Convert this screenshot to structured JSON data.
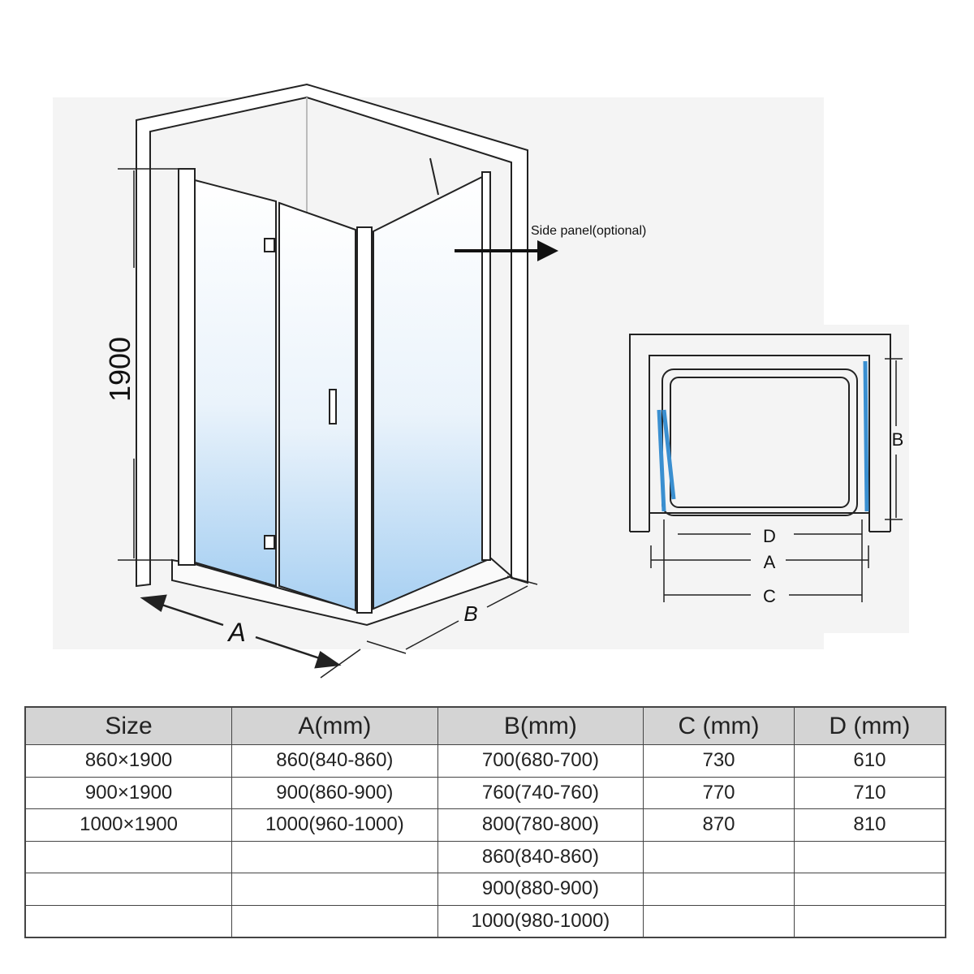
{
  "diagram": {
    "height_label": "1900",
    "width_label_a": "A",
    "depth_label_b": "B",
    "side_panel_label": "Side panel(optional)",
    "plan_labels": {
      "b": "B",
      "d": "D",
      "a": "A",
      "c": "C"
    }
  },
  "table": {
    "headers": [
      "Size",
      "A(mm)",
      "B(mm)",
      "C (mm)",
      "D (mm)"
    ],
    "rows": [
      [
        "860×1900",
        "860(840-860)",
        "700(680-700)",
        "730",
        "610"
      ],
      [
        "900×1900",
        "900(860-900)",
        "760(740-760)",
        "770",
        "710"
      ],
      [
        "1000×1900",
        "1000(960-1000)",
        "800(780-800)",
        "870",
        "810"
      ],
      [
        "",
        "",
        "860(840-860)",
        "",
        ""
      ],
      [
        "",
        "",
        "900(880-900)",
        "",
        ""
      ],
      [
        "",
        "",
        "1000(980-1000)",
        "",
        ""
      ]
    ]
  },
  "colors": {
    "glass_blue": "#9cc8ee",
    "header_bg": "#d4d4d4",
    "panel_blue": "#3a8fd0"
  }
}
